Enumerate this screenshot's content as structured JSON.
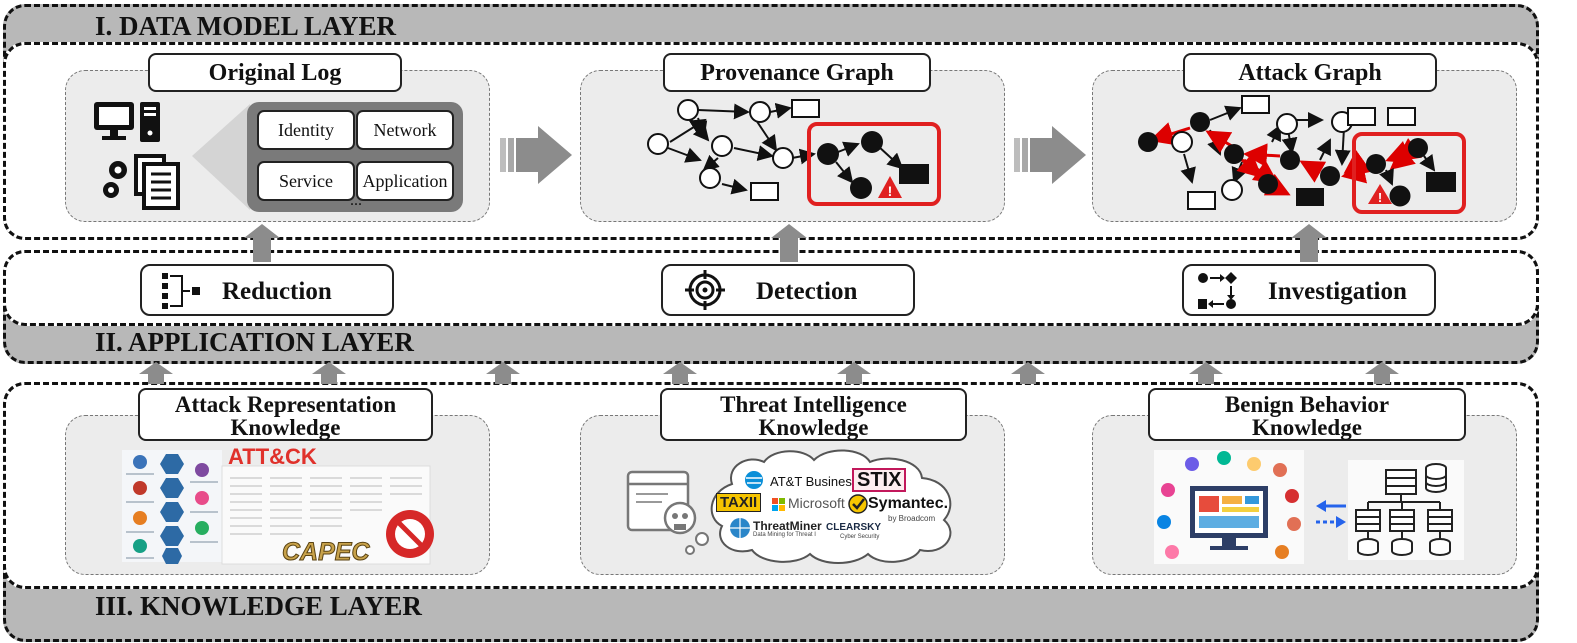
{
  "layers": {
    "data_model": "I. DATA MODEL LAYER",
    "application": "II. APPLICATION LAYER",
    "knowledge": "III. KNOWLEDGE LAYER"
  },
  "data_model": {
    "original_log": {
      "title": "Original Log",
      "cards": [
        "Identity",
        "Network",
        "Service",
        "Application"
      ],
      "more": "..."
    },
    "provenance_graph": {
      "title": "Provenance Graph"
    },
    "attack_graph": {
      "title": "Attack Graph"
    }
  },
  "application": {
    "reduction": "Reduction",
    "detection": "Detection",
    "investigation": "Investigation"
  },
  "knowledge": {
    "attack_representation": {
      "title_line1": "Attack Representation",
      "title_line2": "Knowledge"
    },
    "threat_intelligence": {
      "title_line1": "Threat Intelligence",
      "title_line2": "Knowledge"
    },
    "benign_behavior": {
      "title_line1": "Benign Behavior",
      "title_line2": "Knowledge"
    }
  },
  "logos": {
    "attck": "ATT&CK",
    "capec": "CAPEC",
    "att": "AT&T Business",
    "stix": "STIX",
    "taxii": "TAXII",
    "microsoft": "Microsoft",
    "symantec": "Symantec.",
    "broadcom": "by Broadcom",
    "threatminer": "ThreatMiner",
    "threatminer_sub": "Data Mining for Threat I",
    "clearsky": "CLEARSKY",
    "clearsky_sub": "Cyber Security"
  },
  "colors": {
    "alert_red": "#e02020",
    "band_gray": "#b8b8b8",
    "panel_gray": "#ececec",
    "arrow_gray": "#8c8c8c"
  }
}
